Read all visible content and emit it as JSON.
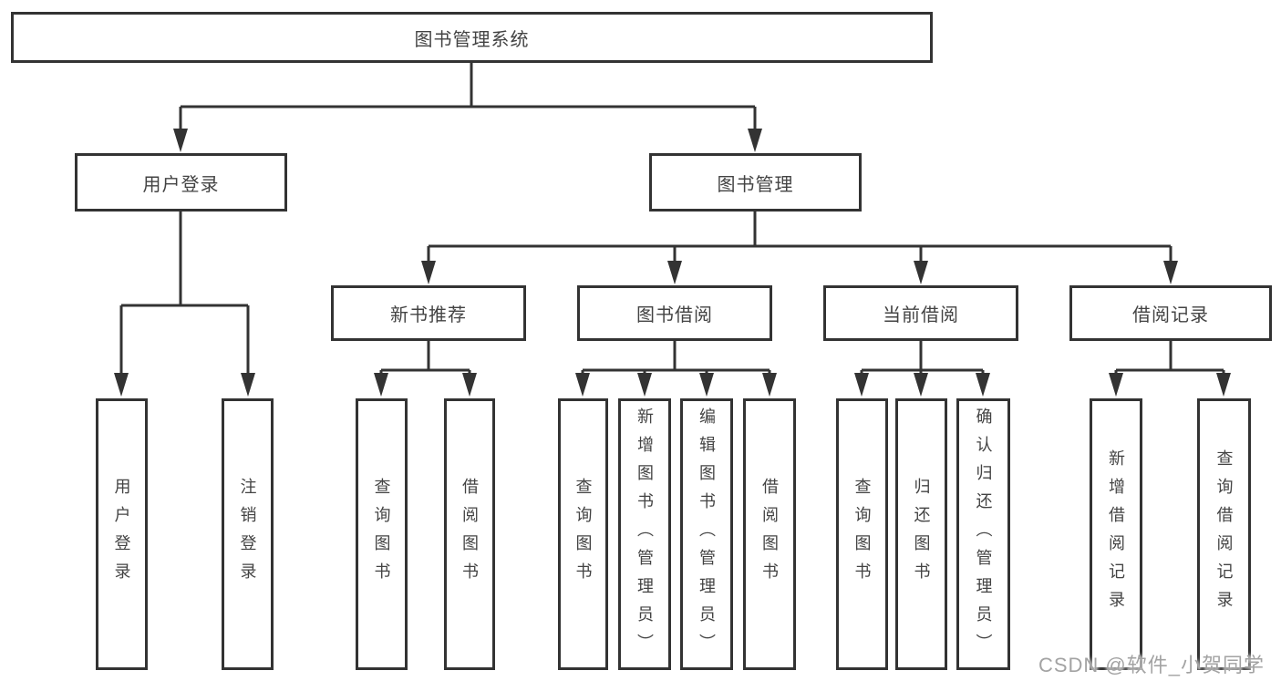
{
  "colors": {
    "line": "#333333",
    "node_border": "#333333",
    "node_text": "#434343",
    "watermark_text": "#a3a3a3",
    "background": "#ffffff"
  },
  "watermark": "CSDN @软件_小贺同学",
  "tree": {
    "root": {
      "label": "图书管理系统",
      "children": [
        {
          "label": "用户登录",
          "children": [
            {
              "label": "用户登录"
            },
            {
              "label": "注销登录"
            }
          ]
        },
        {
          "label": "图书管理",
          "children": [
            {
              "label": "新书推荐",
              "children": [
                {
                  "label": "查询图书"
                },
                {
                  "label": "借阅图书"
                }
              ]
            },
            {
              "label": "图书借阅",
              "children": [
                {
                  "label": "查询图书"
                },
                {
                  "label": "新增图书（管理员）"
                },
                {
                  "label": "编辑图书（管理员）"
                },
                {
                  "label": "借阅图书"
                }
              ]
            },
            {
              "label": "当前借阅",
              "children": [
                {
                  "label": "查询图书"
                },
                {
                  "label": "归还图书"
                },
                {
                  "label": "确认归还（管理员）"
                }
              ]
            },
            {
              "label": "借阅记录",
              "children": [
                {
                  "label": "新增借阅记录"
                },
                {
                  "label": "查询借阅记录"
                }
              ]
            }
          ]
        }
      ]
    }
  }
}
